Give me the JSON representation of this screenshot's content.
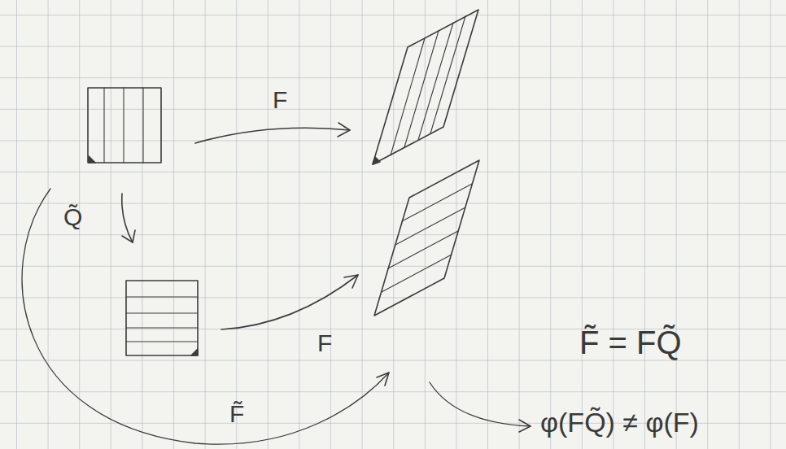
{
  "diagram": {
    "labels": [
      "F",
      "Q̃",
      "F",
      "F̃",
      "F̃ = FQ̃",
      "φ(FQ̃) ≠ φ(F)"
    ]
  }
}
